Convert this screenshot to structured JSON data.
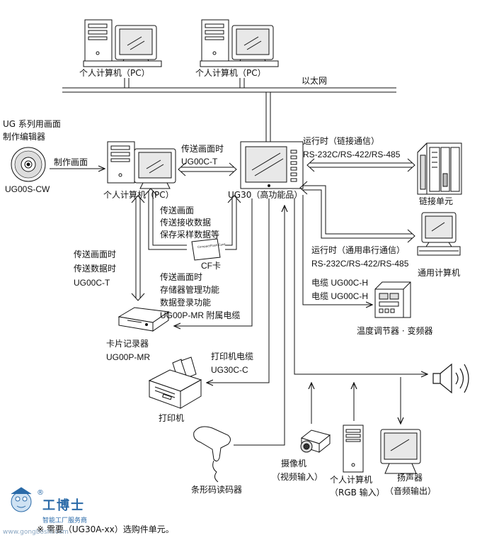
{
  "labels": {
    "pc_top_left": "个人计算机（PC）",
    "pc_top_right": "个人计算机（PC）",
    "ethernet": "以太网",
    "editor_line1": "UG 系列用画面",
    "editor_line2": "制作编辑器",
    "cd_model": "UG00S-CW",
    "make_screen": "制作画面",
    "transfer_screen_time": "传送画面时",
    "ug00c_t_top": "UG00C-T",
    "pc_middle": "个人计算机（PC）",
    "ug30_main": "UG30（高功能品）",
    "runtime_link": "运行时（链接通信）",
    "rs_link": "RS-232C/RS-422/RS-485",
    "link_unit": "链接单元",
    "cf_line1": "传送画面",
    "cf_line2": "传送接收数据",
    "cf_line3": "保存采样数据等",
    "cf_card_face": "CompactFlash Card",
    "cf_card": "CF卡",
    "runtime_serial": "运行时（通用串行通信）",
    "rs_serial": "RS-232C/RS-422/RS-485",
    "general_pc": "通用计算机",
    "left_line1": "传送画面时",
    "left_line2": "传送数据时",
    "left_line3": "UG00C-T",
    "cable_h1": "电缆 UG00C-H",
    "cable_h2": "电缆 UG00C-H",
    "temp_ctrl": "温度调节器 · 变频器",
    "mr_line1": "传送画面时",
    "mr_line2": "存储器管理功能",
    "mr_line3": "数据登录功能",
    "mr_line4": "UG00P-MR 附属电缆",
    "card_recorder": "卡片记录器",
    "card_recorder_model": "UG00P-MR",
    "printer_cable": "打印机电缆",
    "printer_cable_model": "UG30C-C",
    "printer": "打印机",
    "barcode_reader": "条形码读码器",
    "camera_line1": "摄像机",
    "camera_line2": "（视频输入）",
    "pc_rgb_line1": "个人计算机",
    "pc_rgb_line2": "（RGB 输入）",
    "speaker_line1": "扬声器",
    "speaker_line2": "（音频输出）",
    "footnote": "※ 需要（UG30A-xx）选购件单元。"
  },
  "logo": {
    "brand": "工博士",
    "tagline": "智能工厂服务商",
    "watermark": "www.gongboshi.com",
    "registered": "®"
  },
  "colors": {
    "line": "#111111",
    "screen": "#e8e8e8",
    "brand": "#2a6aa8"
  }
}
